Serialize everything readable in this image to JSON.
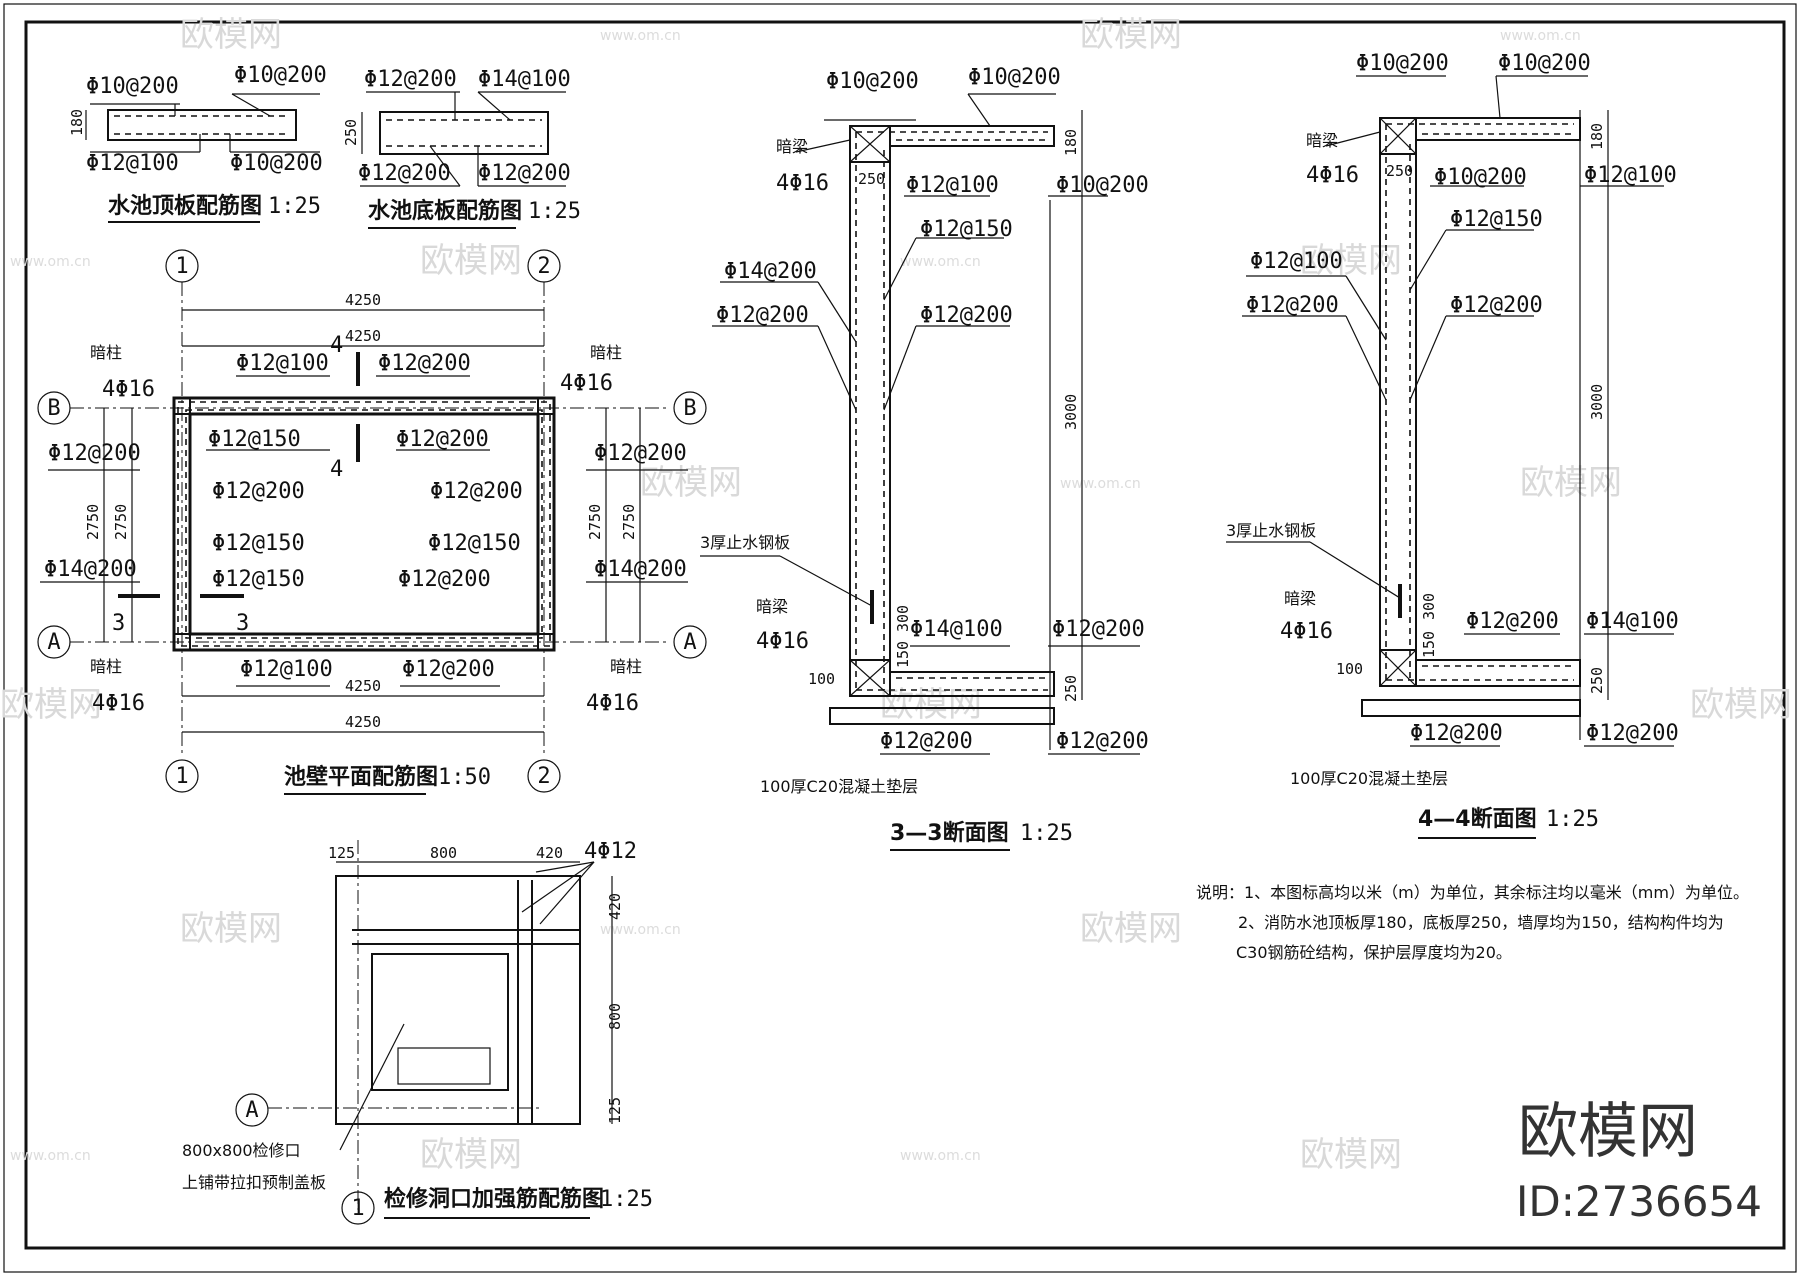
{
  "watermark": {
    "brand": "欧模网",
    "url": "www.om.cn"
  },
  "brand_id": {
    "logo": "欧模网",
    "id": "ID:2736654"
  },
  "roof": {
    "title": "水池顶板配筋图",
    "scale": "1:25",
    "top_left": "Φ10@200",
    "top_right": "Φ10@200",
    "bot_left": "Φ12@100",
    "bot_right": "Φ10@200",
    "thick": "180"
  },
  "floor": {
    "title": "水池底板配筋图",
    "scale": "1:25",
    "top_left": "Φ12@200",
    "top_right": "Φ14@100",
    "bot_left": "Φ12@200",
    "bot_right": "Φ12@200",
    "thick": "250"
  },
  "plan": {
    "title": "池壁平面配筋图",
    "scale": "1:50",
    "axis1": "1",
    "axis2": "2",
    "axisA": "A",
    "axisB": "B",
    "dim_w": "4250",
    "dim_h": "2750",
    "col_label": "暗柱",
    "col_bars": "4Φ16",
    "sec3": "3",
    "sec4": "4",
    "l_top_out": "Φ12@100",
    "l_top_in": "Φ12@200",
    "l_in_top": "Φ12@150",
    "l_in_top_r": "Φ12@200",
    "l_left_out": "Φ12@200",
    "l_left_extra": "Φ14@200",
    "l_mid1": "Φ12@200",
    "l_mid2": "Φ12@150",
    "l_mid3": "Φ12@150",
    "l_r_mid1": "Φ12@200",
    "l_r_mid2": "Φ12@150",
    "l_r_mid3": "Φ12@200",
    "l_right_out": "Φ12@200",
    "l_right_extra": "Φ14@200",
    "l_bot_out_l": "Φ12@100",
    "l_bot_out_r": "Φ12@200"
  },
  "hatch": {
    "title": "检修洞口加强筋配筋图",
    "scale": "1:25",
    "d125": "125",
    "d800": "800",
    "d420": "420",
    "bars": "4Φ12",
    "v420": "420",
    "v800": "800",
    "v125": "125",
    "axisA": "A",
    "axis1": "1",
    "note1": "800x800检修口",
    "note2": "上铺带拉扣预制盖板"
  },
  "s33": {
    "title": "3—3断面图",
    "scale": "1:25",
    "top_l": "Φ10@200",
    "top_r": "Φ10@200",
    "beam": "暗梁",
    "beam_bars": "4Φ16",
    "d250": "250",
    "in_top": "Φ12@100",
    "r_top": "Φ10@200",
    "d180": "180",
    "w1": "Φ12@150",
    "w2": "Φ14@200",
    "w3": "Φ12@200",
    "w4": "Φ12@200",
    "d3000": "3000",
    "plate": "3厚止水钢板",
    "beam2": "暗梁",
    "beam2_bars": "4Φ16",
    "d300": "300",
    "d150": "150",
    "f_top": "Φ14@100",
    "f_r": "Φ12@200",
    "d250b": "250",
    "d100": "100",
    "f_bot": "Φ12@200",
    "f_bot_r": "Φ12@200",
    "base": "100厚C20混凝土垫层"
  },
  "s44": {
    "title": "4—4断面图",
    "scale": "1:25",
    "top_l": "Φ10@200",
    "top_r": "Φ10@200",
    "beam": "暗梁",
    "beam_bars": "4Φ16",
    "d250": "250",
    "in_top": "Φ10@200",
    "r_top": "Φ12@100",
    "d180": "180",
    "w1": "Φ12@150",
    "w2": "Φ12@100",
    "w3": "Φ12@200",
    "w4": "Φ12@200",
    "d3000": "3000",
    "plate": "3厚止水钢板",
    "beam2": "暗梁",
    "beam2_bars": "4Φ16",
    "d300": "300",
    "d150": "150",
    "f_top": "Φ12@200",
    "f_r": "Φ14@100",
    "d250b": "250",
    "d100": "100",
    "f_bot": "Φ12@200",
    "f_bot_r": "Φ12@200",
    "base": "100厚C20混凝土垫层"
  },
  "notes": {
    "line1": "说明：1、本图标高均以米（m）为单位，其余标注均以毫米（mm）为单位。",
    "line2": "2、消防水池顶板厚180，底板厚250，墙厚均为150，结构构件均为",
    "line3": "C30钢筋砼结构，保护层厚度均为20。"
  }
}
